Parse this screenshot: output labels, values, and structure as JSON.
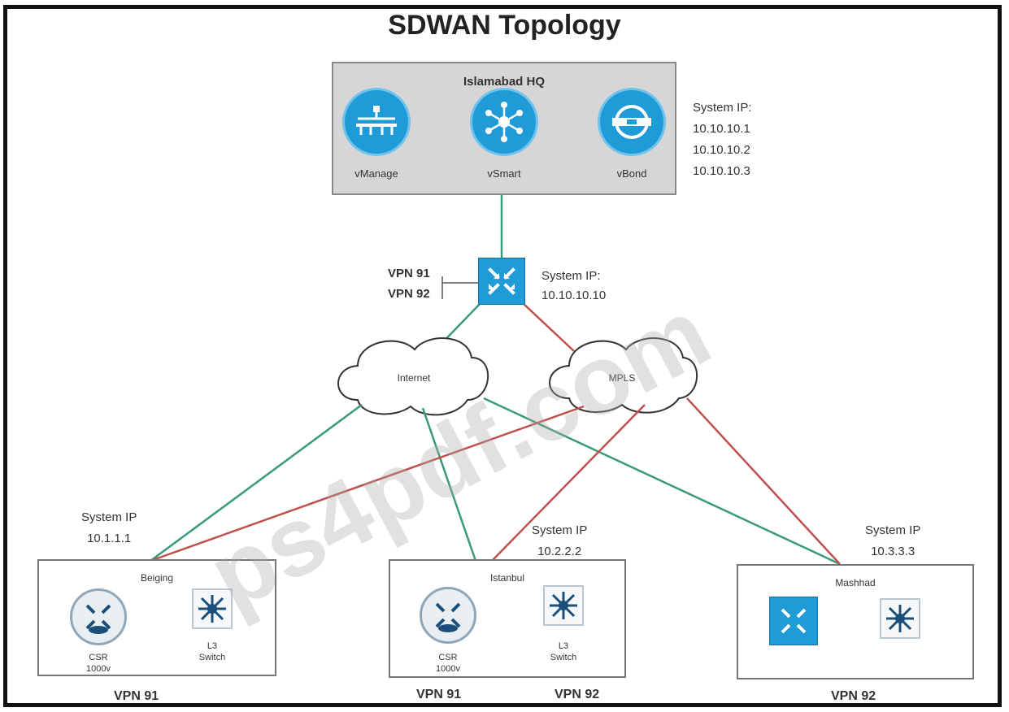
{
  "title": "SDWAN Topology",
  "hq": {
    "name": "Islamabad HQ",
    "controllers": [
      {
        "label": "vManage",
        "icon": "vmanage-icon"
      },
      {
        "label": "vSmart",
        "icon": "vsmart-icon"
      },
      {
        "label": "vBond",
        "icon": "vbond-icon"
      }
    ],
    "system_ip_label": "System IP:",
    "system_ips": [
      "10.10.10.1",
      "10.10.10.2",
      "10.10.10.3"
    ]
  },
  "hub": {
    "icon": "router-icon",
    "vpns": [
      "VPN 91",
      "VPN 92"
    ],
    "system_ip_label": "System IP:",
    "system_ip": "10.10.10.10"
  },
  "clouds": [
    {
      "label": "Internet"
    },
    {
      "label": "MPLS"
    }
  ],
  "sites": [
    {
      "name": "Beiging",
      "system_ip_label": "System IP",
      "system_ip": "10.1.1.1",
      "devices": [
        {
          "label": "CSR\n1000v",
          "icon": "csr-router-icon"
        },
        {
          "label": "L3\nSwitch",
          "icon": "l3-switch-icon"
        }
      ],
      "vpns": [
        "VPN 91"
      ]
    },
    {
      "name": "Istanbul",
      "system_ip_label": "System IP",
      "system_ip": "10.2.2.2",
      "devices": [
        {
          "label": "CSR\n1000v",
          "icon": "csr-router-icon"
        },
        {
          "label": "L3\nSwitch",
          "icon": "l3-switch-icon"
        }
      ],
      "vpns": [
        "VPN 91",
        "VPN 92"
      ]
    },
    {
      "name": "Mashhad",
      "system_ip_label": "System IP",
      "system_ip": "10.3.3.3",
      "devices": [
        {
          "label": "",
          "icon": "router-icon"
        },
        {
          "label": "",
          "icon": "l3-switch-icon"
        }
      ],
      "vpns": [
        "VPN 92"
      ]
    }
  ],
  "watermark": "ps4pdf.com",
  "colors": {
    "internet_link": "#3a9a73",
    "mpls_link": "#c0504d",
    "device_blue": "#1f9bd7"
  }
}
